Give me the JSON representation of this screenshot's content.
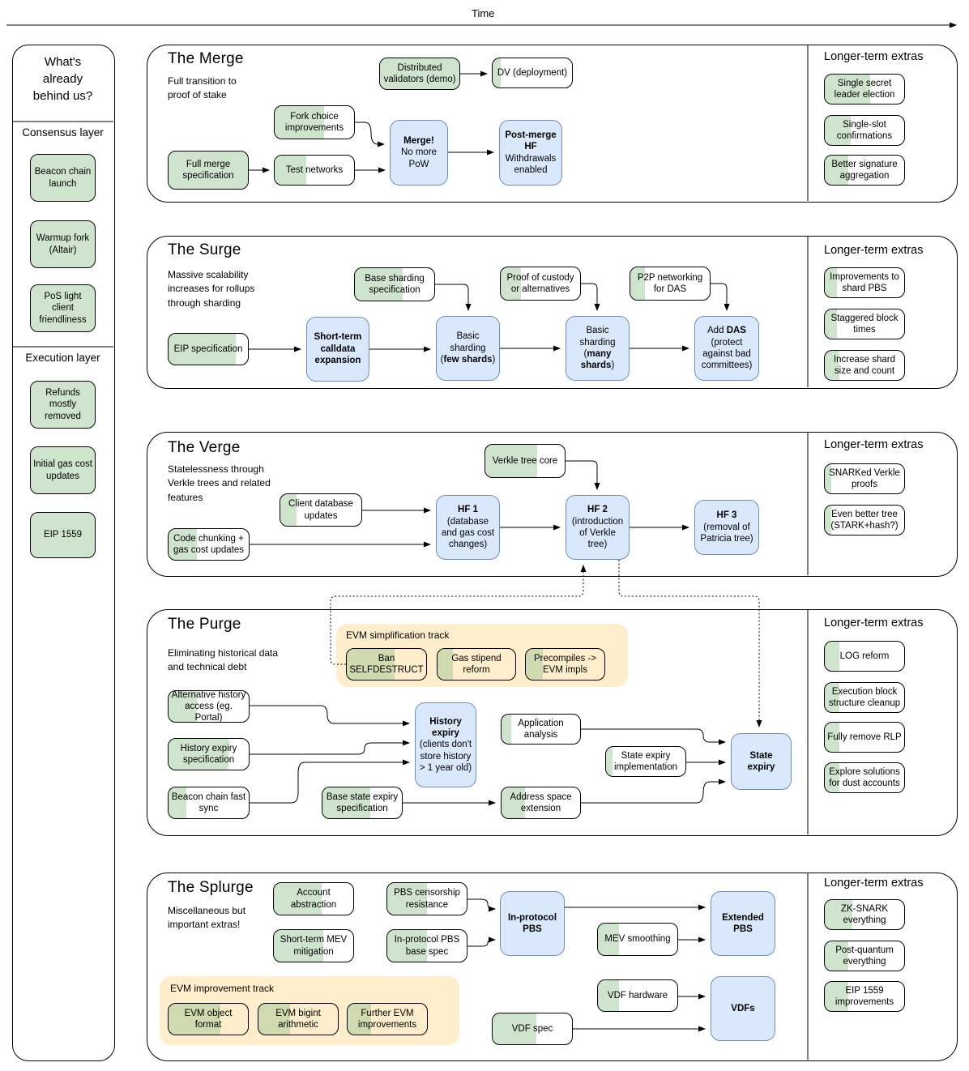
{
  "time_axis": {
    "label": "Time"
  },
  "colors": {
    "done_green": "#d5e8d4",
    "milestone_blue": "#dae8fc",
    "milestone_border": "#6c8ebf",
    "track_yellow": "#ffeecb"
  },
  "sidebar": {
    "title": "What's already behind us?",
    "consensus": {
      "label": "Consensus layer",
      "items": [
        {
          "label": "Beacon chain launch",
          "progress": 100
        },
        {
          "label": "Warmup fork (Altair)",
          "progress": 100
        },
        {
          "label": "PoS light client friendliness",
          "progress": 100
        }
      ]
    },
    "execution": {
      "label": "Execution layer",
      "items": [
        {
          "label": "Refunds mostly removed",
          "progress": 100
        },
        {
          "label": "Initial gas cost updates",
          "progress": 100
        },
        {
          "label": "EIP 1559",
          "progress": 100
        }
      ]
    }
  },
  "sections": {
    "merge": {
      "title": "The Merge",
      "subtitle": "Full transition to proof of stake",
      "extras_title": "Longer-term extras",
      "tasks": {
        "distributed_validators": {
          "label": "Distributed validators (demo)",
          "progress": 100
        },
        "dv_deployment": {
          "label": "DV (deployment)",
          "progress": 10
        },
        "fork_choice": {
          "label": "Fork choice improvements",
          "progress": 62
        },
        "full_merge_spec": {
          "label": "Full merge specification",
          "progress": 100
        },
        "test_networks": {
          "label": "Test networks",
          "progress": 40
        }
      },
      "milestones": {
        "merge": {
          "bold": "Merge!",
          "bottom": "No more PoW"
        },
        "post_merge_hf": {
          "bold": "Post-merge HF",
          "bottom": "Withdrawals enabled"
        }
      },
      "extras": [
        {
          "label": "Single secret leader election",
          "progress": 57
        },
        {
          "label": "Single-slot confirmations",
          "progress": 33
        },
        {
          "label": "Better signature aggregation",
          "progress": 30
        }
      ]
    },
    "surge": {
      "title": "The Surge",
      "subtitle": "Massive scalability increases for rollups through sharding",
      "extras_title": "Longer-term extras",
      "tasks": {
        "eip_spec": {
          "label": "EIP specification",
          "progress": 85
        },
        "base_sharding_spec": {
          "label": "Base sharding specification",
          "progress": 60
        },
        "proof_of_custody": {
          "label": "Proof of custody or alternatives",
          "progress": 25
        },
        "p2p_das": {
          "label": "P2P networking for DAS",
          "progress": 18
        }
      },
      "milestones": {
        "calldata": {
          "bold": "Short-term calldata expansion"
        },
        "few_shards": {
          "top": "Basic sharding",
          "pre": "(",
          "bold": "few shards",
          "post": ")"
        },
        "many_shards": {
          "top": "Basic sharding",
          "pre": "(",
          "bold": "many shards",
          "post": ")"
        },
        "add_das": {
          "pre": "Add ",
          "bold": "DAS",
          "bottom": "(protect against bad committees)"
        }
      },
      "extras": [
        {
          "label": "Improvements to shard PBS",
          "progress": 15
        },
        {
          "label": "Staggered block times",
          "progress": 15
        },
        {
          "label": "Increase shard size and count",
          "progress": 18
        }
      ]
    },
    "verge": {
      "title": "The Verge",
      "subtitle": "Statelessness through Verkle trees and related features",
      "extras_title": "Longer-term extras",
      "tasks": {
        "verkle_tree_core": {
          "label": "Verkle tree core",
          "progress": 65
        },
        "client_db_updates": {
          "label": "Client database updates",
          "progress": 20
        },
        "code_chunking": {
          "label": "Code chunking + gas cost updates",
          "progress": 35
        }
      },
      "milestones": {
        "hf1": {
          "bold": "HF 1",
          "bottom": "(database and gas cost changes)"
        },
        "hf2": {
          "bold": "HF 2",
          "bottom": "(introduction of Verkle tree)"
        },
        "hf3": {
          "bold": "HF 3",
          "bottom": "(removal of Patricia tree)"
        }
      },
      "extras": [
        {
          "label": "SNARKed Verkle proofs",
          "progress": 8
        },
        {
          "label": "Even better tree (STARK+hash?)",
          "progress": 8
        }
      ]
    },
    "purge": {
      "title": "The Purge",
      "subtitle": "Eliminating historical data and technical debt",
      "extras_title": "Longer-term extras",
      "track": {
        "title": "EVM simplification track",
        "items": [
          {
            "label": "Ban SELFDESTRUCT",
            "progress": 60
          },
          {
            "label": "Gas stipend reform",
            "progress": 20
          },
          {
            "label": "Precompiles -> EVM impls",
            "progress": 22
          }
        ]
      },
      "tasks": {
        "alt_history": {
          "label": "Alternative history access (eg. Portal)",
          "progress": 35
        },
        "history_expiry_spec": {
          "label": "History expiry specification",
          "progress": 75
        },
        "beacon_fast_sync": {
          "label": "Beacon chain fast sync",
          "progress": 22
        },
        "app_analysis": {
          "label": "Application analysis",
          "progress": 12
        },
        "state_expiry_impl": {
          "label": "State expiry implementation",
          "progress": 8
        },
        "base_state_expiry_spec": {
          "label": "Base state expiry specification",
          "progress": 60
        },
        "address_space": {
          "label": "Address space extension",
          "progress": 30
        }
      },
      "milestones": {
        "history_expiry": {
          "bold": "History expiry",
          "bottom": "(clients don't store history > 1 year old)"
        },
        "state_expiry": {
          "bold": "State expiry"
        }
      },
      "extras": [
        {
          "label": "LOG reform",
          "progress": 18
        },
        {
          "label": "Execution block structure cleanup",
          "progress": 18
        },
        {
          "label": "Fully remove RLP",
          "progress": 18
        },
        {
          "label": "Explore solutions for dust accounts",
          "progress": 18
        }
      ]
    },
    "splurge": {
      "title": "The Splurge",
      "subtitle": "Miscellaneous but important extras!",
      "extras_title": "Longer-term extras",
      "track": {
        "title": "EVM improvement track",
        "items": [
          {
            "label": "EVM object format",
            "progress": 65
          },
          {
            "label": "EVM bigint arithmetic",
            "progress": 40
          },
          {
            "label": "Further EVM improvements",
            "progress": 30
          }
        ]
      },
      "tasks": {
        "account_abstraction": {
          "label": "Account abstraction",
          "progress": 60
        },
        "pbs_censorship": {
          "label": "PBS censorship resistance",
          "progress": 50
        },
        "mev_mitigation": {
          "label": "Short-term MEV mitigation",
          "progress": 62
        },
        "pbs_base_spec": {
          "label": "In-protocol PBS base spec",
          "progress": 50
        },
        "mev_smoothing": {
          "label": "MEV smoothing",
          "progress": 27
        },
        "vdf_hardware": {
          "label": "VDF hardware",
          "progress": 27
        },
        "vdf_spec": {
          "label": "VDF spec",
          "progress": 55
        }
      },
      "milestones": {
        "in_protocol_pbs": {
          "bold": "In-protocol PBS"
        },
        "extended_pbs": {
          "bold": "Extended PBS"
        },
        "vdfs": {
          "bold": "VDFs"
        }
      },
      "extras": [
        {
          "label": "ZK-SNARK everything",
          "progress": 35
        },
        {
          "label": "Post-quantum everything",
          "progress": 30
        },
        {
          "label": "EIP 1559 improvements",
          "progress": 30
        }
      ]
    }
  }
}
